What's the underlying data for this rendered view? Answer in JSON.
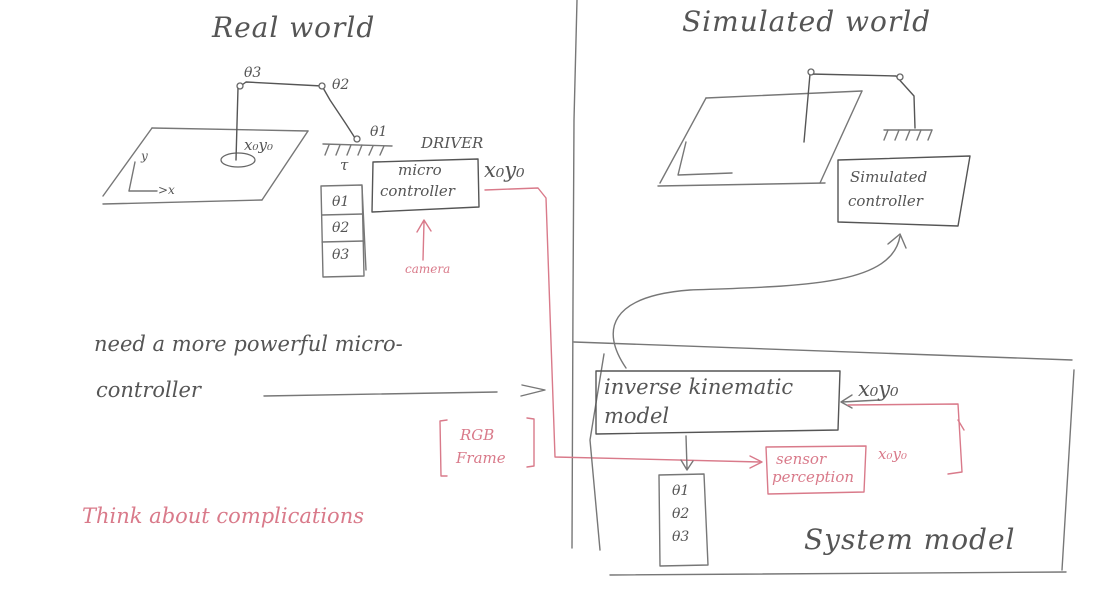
{
  "real_world": {
    "title": "Real world",
    "arm_labels": {
      "theta3": "θ3",
      "theta2": "θ2",
      "theta1": "θ1"
    },
    "target_label": "x₀y₀",
    "axis_y": "y",
    "axis_x": ">x",
    "tau": "τ",
    "driver_label": "DRIVER",
    "microcontroller_line1": "micro",
    "microcontroller_line2": "controller",
    "output_label": "x₀y₀",
    "stack": [
      "θ1",
      "θ2",
      "θ3"
    ],
    "camera_label": "camera"
  },
  "simulated_world": {
    "title": "Simulated world",
    "controller_line1": "Simulated",
    "controller_line2": "controller"
  },
  "notes": {
    "line1": "need a more powerful micro-",
    "line2": "controller",
    "arrow": ">",
    "complications": "Think about complications"
  },
  "rgb_box": {
    "line1": "RGB",
    "line2": "Frame"
  },
  "system_model": {
    "title": "System model",
    "ik_line1": "inverse kinematic",
    "ik_line2": "model",
    "input_label": "x₀y₀",
    "sensor_line1": "sensor",
    "sensor_line2": "perception",
    "sensor_output": "x₀y₀",
    "stack": [
      "θ1",
      "θ2",
      "θ3"
    ]
  },
  "colors": {
    "ink": "#555555",
    "pencil": "#777777",
    "red": "#d97a8a"
  }
}
